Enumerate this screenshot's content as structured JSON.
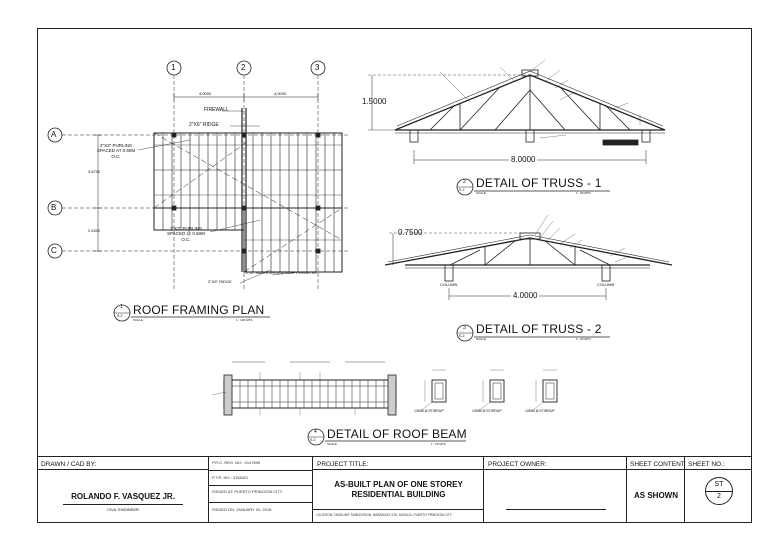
{
  "drawings": {
    "roof_framing_plan": {
      "title": "ROOF FRAMING PLAN",
      "number": "1",
      "sheet": "S-2",
      "scale_label": "SCALE",
      "scale_value": "1 : 100 MTS",
      "grid_columns": [
        "1",
        "2",
        "3"
      ],
      "grid_rows": [
        "A",
        "B",
        "C"
      ],
      "dims": {
        "col12": "4,0000",
        "col23": "4,0000",
        "rowAB": "3,6700",
        "rowBC": "2,6300"
      },
      "labels": {
        "firewall": "FIREWALL",
        "ridge_top": "2\"X6\" RIDGE",
        "purlins_top": "2\"X3\" PURLINS SPACED AT 0.60M O.C.",
        "purlins_bottom": "2\"X3\" PURLINS SPACED @ 0.60M O.C.",
        "nailer": "2\"X2\" NAILER AROUND ROOF PERIMETER",
        "ridge_bottom": "2\"X6\" RIDGE"
      }
    },
    "truss1": {
      "title": "DETAIL OF TRUSS - 1",
      "number": "2",
      "sheet": "S-2",
      "scale_label": "SCALE",
      "scale_value": "1 : 50 MTS",
      "height": "1.5000",
      "span": "8.0000"
    },
    "truss2": {
      "title": "DETAIL OF TRUSS - 2",
      "number": "3",
      "sheet": "S-2",
      "scale_label": "SCALE",
      "scale_value": "1 : 50 MTS",
      "height": "0.7500",
      "span": "4.0000",
      "column_left": "COLUMN",
      "column_right": "COLUMN"
    },
    "roof_beam": {
      "title": "DETAIL OF ROOF BEAM",
      "number": "4",
      "sheet": "S-2",
      "scale_label": "SCALE",
      "scale_value": "1 : 25 MTS",
      "stirrup_label": "10MM Ø STIRRUP"
    }
  },
  "title_block": {
    "drawn_by_label": "DRAWN / CAD BY:",
    "engineer_name": "ROLANDO F. VASQUEZ JR.",
    "engineer_role": "CIVIL ENGINEER",
    "prc_label": "P.R.C. REG. NO.: 0147895",
    "ptr_label": "P.T.R. NO.: 3158421",
    "issued_at": "ISSUED AT: PUERTO PRINCESA CITY",
    "issued_on": "ISSUED ON: JANUARY 09, 2018",
    "project_title_label": "PROJECT TITLE:",
    "project_title": "AS-BUILT PLAN OF ONE STOREY RESIDENTIAL BUILDING",
    "location": "LOCATION: TANGUNIT SUBDIVISION, BARANGAY STA. MONICA, PUERTO PRINCESA CITY",
    "project_owner_label": "PROJECT OWNER:",
    "sheet_content_label": "SHEET CONTENT:",
    "sheet_content": "AS SHOWN",
    "sheet_no_label": "SHEET NO.:",
    "sheet_code": "ST",
    "sheet_number": "2"
  }
}
